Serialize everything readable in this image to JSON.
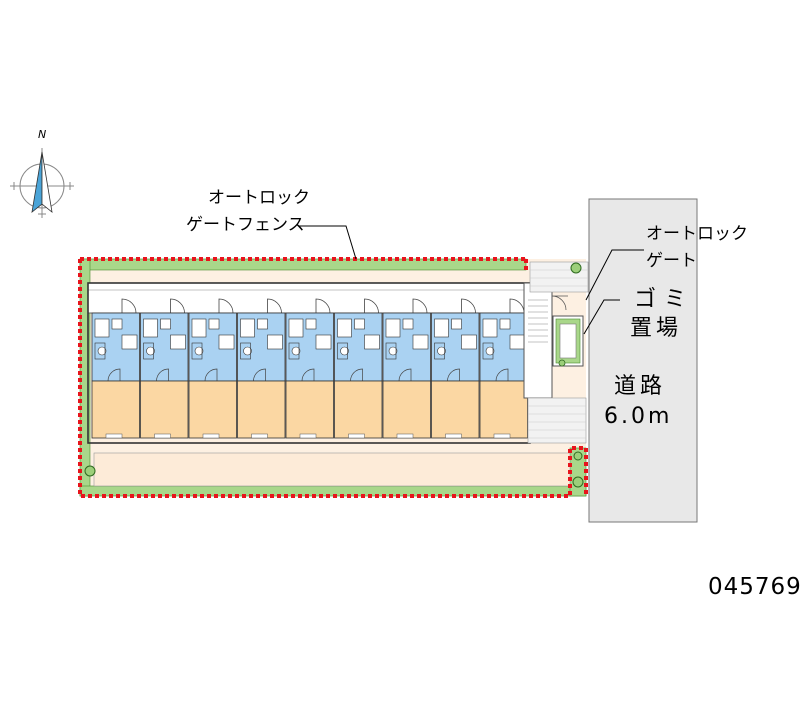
{
  "compass": {
    "north_label": "N"
  },
  "labels": {
    "fence_line1": "オートロック",
    "fence_line2": "ゲートフェンス",
    "gate_line1": "オートロック",
    "gate_line2": "ゲート",
    "garbage_line1": "ゴミ",
    "garbage_line2": "置場",
    "road_line1": "道路",
    "road_line2": "6.0m"
  },
  "property_id": "045769",
  "colors": {
    "fence": "#e8141c",
    "hedge": "#a9d78a",
    "unit_wet_area": "#aad2f2",
    "unit_room": "#fbd7a3",
    "parking": "#fdebd8",
    "road": "#e8e8e8"
  },
  "building": {
    "unit_count": 9
  }
}
